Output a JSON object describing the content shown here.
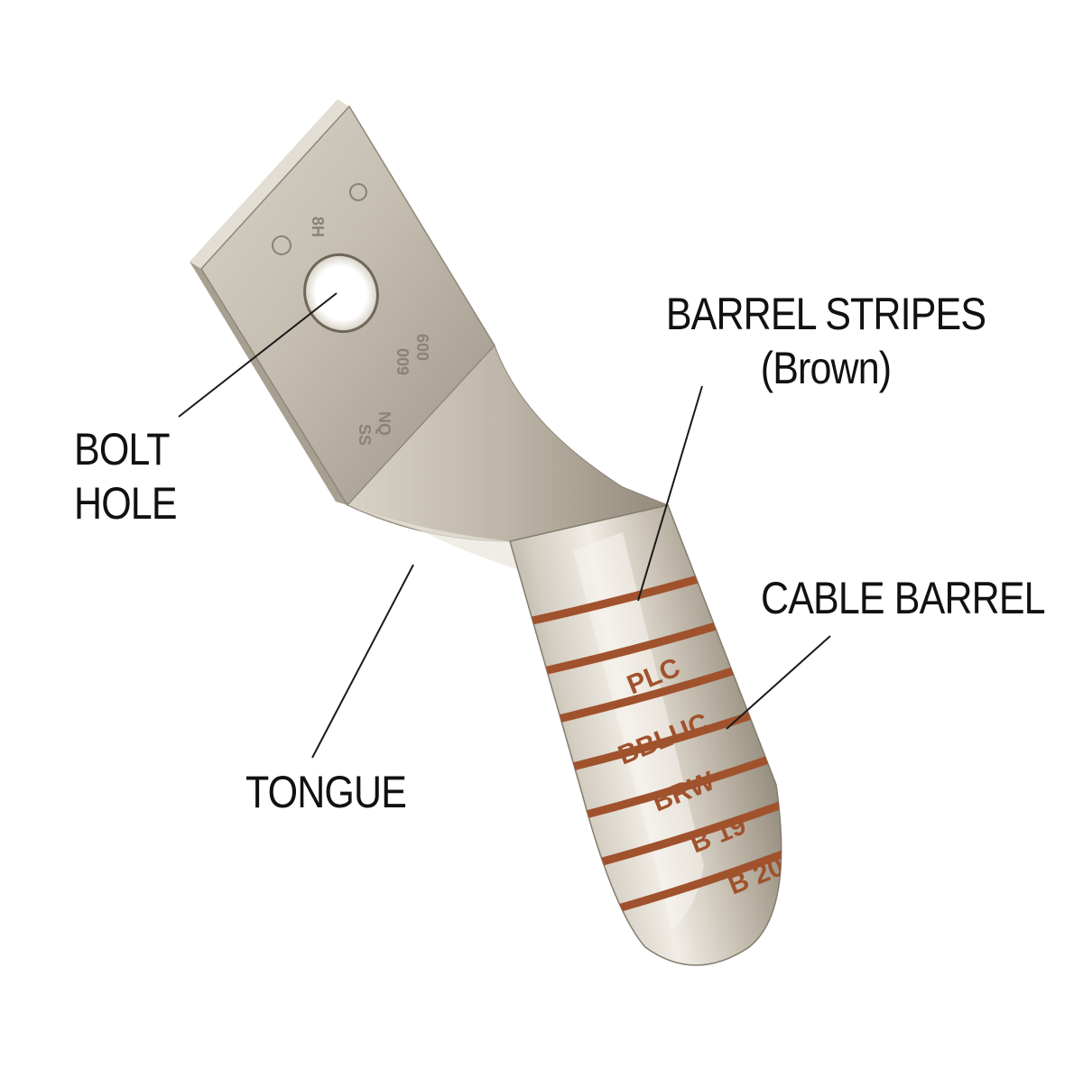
{
  "labels": {
    "bolt_hole": [
      "BOLT",
      "HOLE"
    ],
    "barrel_stripes": [
      "BARREL STRIPES",
      "(Brown)"
    ],
    "cable_barrel": "CABLE BARREL",
    "tongue": "TONGUE"
  },
  "barrel_markings": [
    "PLC",
    "BBLUC",
    "BRW",
    "B 19",
    "B 20"
  ],
  "colors": {
    "stripe": "#a0522d",
    "metal_light": "#e6e1d8",
    "metal_mid": "#b9b2a4",
    "metal_dark": "#7c7466",
    "leader_line": "#1a1a1a"
  }
}
